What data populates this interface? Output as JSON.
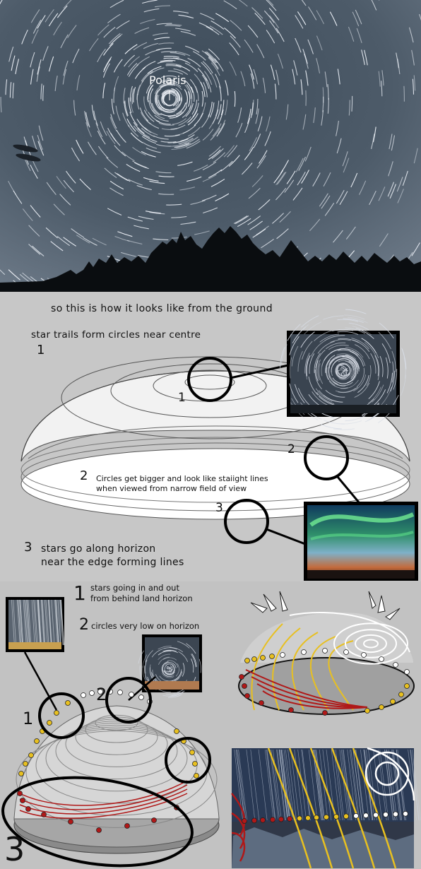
{
  "panel1": {
    "polaris_label": "Polaris"
  },
  "panel2": {
    "title": "so this is how it looks like from the ground",
    "item1_text": "star trails form circles near centre",
    "item1_num": "1",
    "dome_label_1": "1",
    "dome_label_2": "2",
    "dome_label_3": "3",
    "item2_num": "2",
    "item2_line1": "Circles get bigger and look like staiight lines",
    "item2_line2": "when viewed from narrow field of view",
    "item3_num": "3",
    "item3_line1": "stars go along horizon",
    "item3_line2": "near the edge forming lines"
  },
  "panel3": {
    "item1_num": "1",
    "item1_line1": "stars going in and out",
    "item1_line2": "from behind land horizon",
    "item2_num": "2",
    "item2_text": "circles very low on horizon",
    "dome_label_1": "1",
    "dome_label_2": "2",
    "dome_label_3": "3"
  },
  "colors": {
    "sky": "#4a5866",
    "yellow_trail": "#e8c020",
    "red_trail": "#b01818",
    "white_trail": "#ffffff",
    "panel_bg": "#c4c4c4"
  }
}
